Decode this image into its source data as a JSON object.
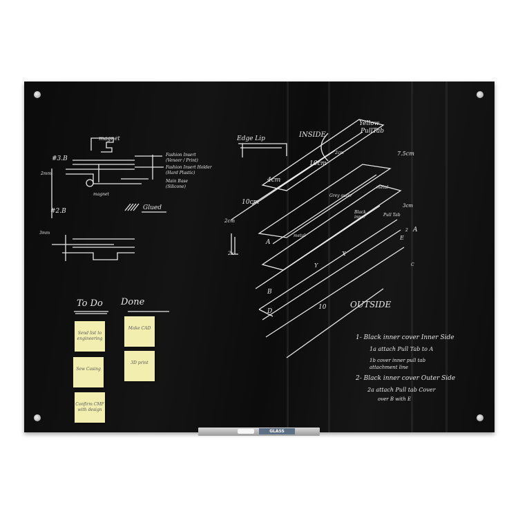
{
  "left_sketch": {
    "label_magnet_top": "magnet",
    "label_3b": "#3.B",
    "label_2mm": "2mm",
    "label_fashion_insert": "Fashion Insert",
    "label_fashion_insert_sub": "(Veneer / Print)",
    "label_holder": "Fashion Insert Holder",
    "label_holder_sub": "(Hard Plastic)",
    "label_main_base": "Main Base",
    "label_main_base_sub": "(Silicone)",
    "label_magnet_bottom": "magnet",
    "label_2b": "#2.B",
    "label_glued": "Glued",
    "label_3mm": "3mm"
  },
  "right_sketch": {
    "edge_lip": "Edge Lip",
    "inside": "INSIDE",
    "yellow": "Yellow",
    "pulltab": "PullTab",
    "dim_2cm_top": "2cm",
    "dim_7_5cm": "7.5cm",
    "dim_10cm_a": "10cm",
    "dim_4cm": "4cm",
    "dim_10cm_b": "10cm",
    "dim_2cm_left": "2cm",
    "grey_outer": "Grey outer",
    "black_inner": "Black inner",
    "metal_a": "metal",
    "metal_b": "metal",
    "pull_tab": "Pull Tab",
    "dim_3cm": "3cm",
    "A": "A",
    "A2": "A",
    "B": "B",
    "C": "C",
    "D": "D",
    "E": "E",
    "two": "2",
    "X": "X",
    "Y": "Y",
    "two_x": "2x",
    "ten": "10",
    "outside": "OUTSIDE"
  },
  "instructions": [
    "1- Black inner cover Inner Side",
    "1a attach Pull Tab to A",
    "1b cover inner pull tab",
    "attachment line",
    "2- Black inner cover Outer Side",
    "2a attach Pull tab Cover",
    "over B with E"
  ],
  "kanban": {
    "todo_heading": "To Do",
    "done_heading": "Done",
    "todo_notes": [
      "Send list to engineering",
      "Sew Casing",
      "Confirm CMF with design"
    ],
    "done_notes": [
      "Make CAD",
      "3D print"
    ]
  },
  "tray": {
    "brand": "GLASS"
  },
  "colors": {
    "board": "#0f0f0f",
    "marker_ink": "#e8e8e8",
    "sticky_note": "#f1eeb0",
    "brand_label": "#5d6f84"
  }
}
